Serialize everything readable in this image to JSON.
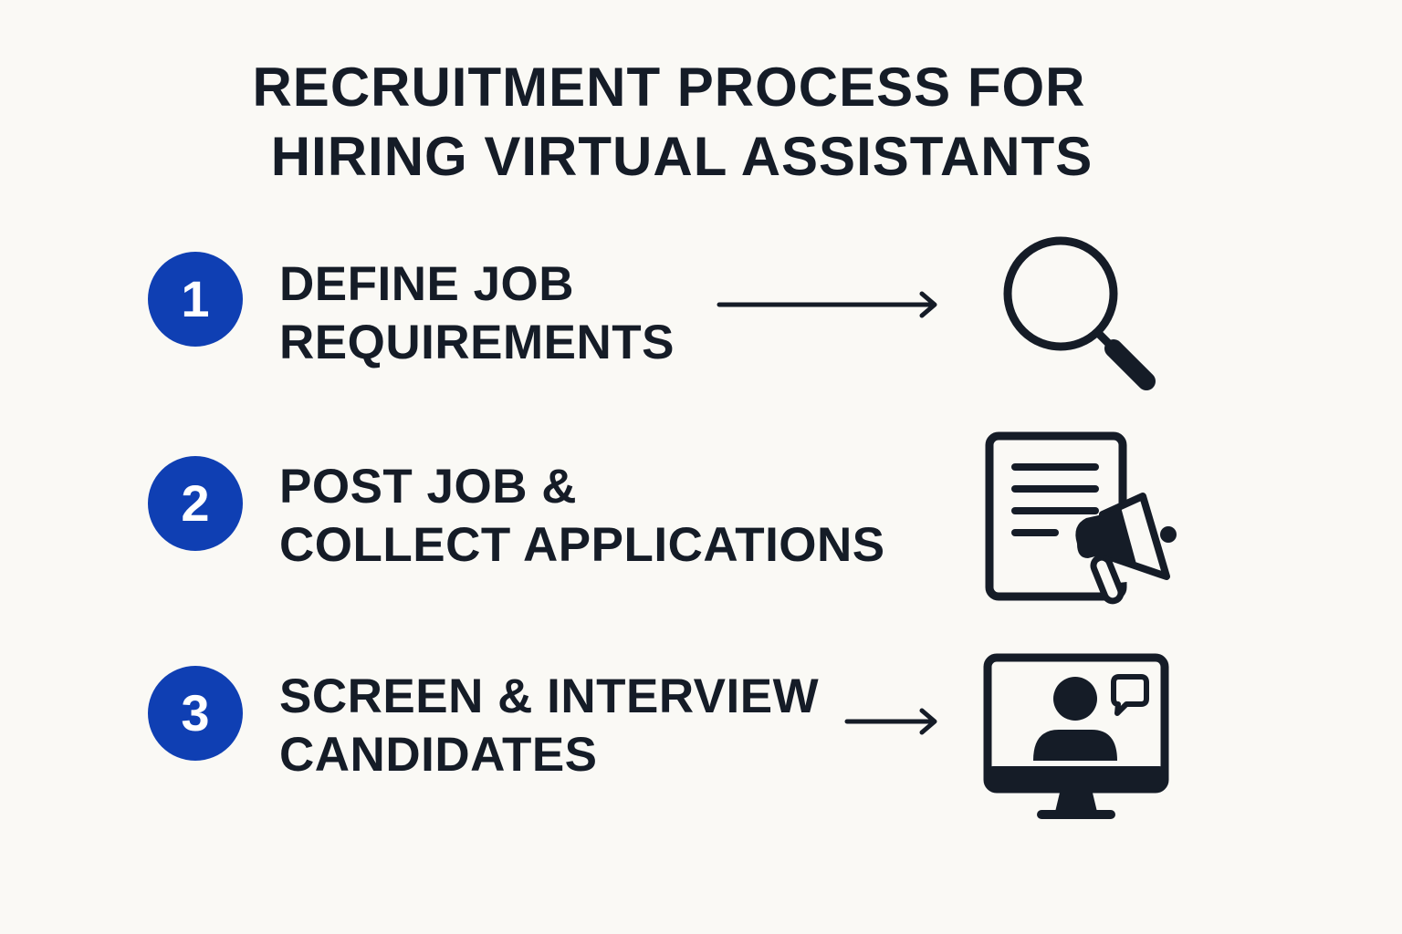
{
  "title": {
    "line1": "RECRUITMENT PROCESS FOR",
    "line2": "HIRING VIRTUAL ASSISTANTS"
  },
  "steps": [
    {
      "number": "1",
      "label_line1": "DEFINE JOB",
      "label_line2": "REQUIREMENTS",
      "icon": "magnifying-glass-icon"
    },
    {
      "number": "2",
      "label_line1": "POST JOB &",
      "label_line2": "COLLECT APPLICATIONS",
      "icon": "document-megaphone-icon"
    },
    {
      "number": "3",
      "label_line1": "SCREEN & INTERVIEW",
      "label_line2": "CANDIDATES",
      "icon": "video-interview-monitor-icon"
    }
  ],
  "colors": {
    "background": "#faf9f5",
    "text": "#151c27",
    "step_badge": "#0f3fb3",
    "step_number": "#ffffff"
  }
}
